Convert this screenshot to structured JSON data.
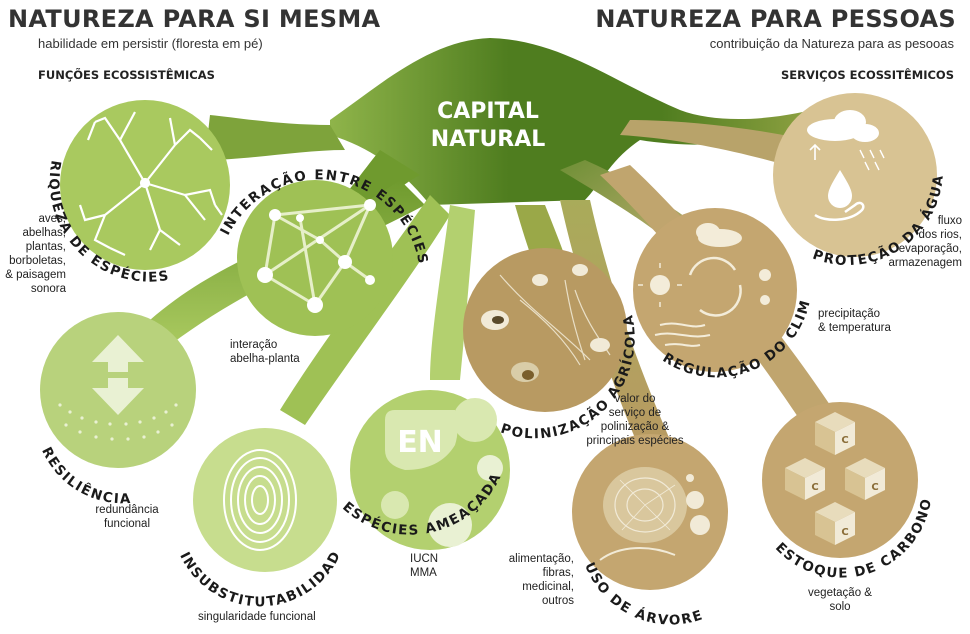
{
  "header": {
    "left_title": "NATUREZA PARA SI MESMA",
    "left_subtitle": "habilidade em persistir (floresta em pé)",
    "left_section": "FUNÇÕES ECOSSISTÊMICAS",
    "right_title": "NATUREZA PARA PESSOAS",
    "right_subtitle": "contribuição da Natureza para as pesooas",
    "right_section": "SERVIÇOS ECOSSITÊMICOS"
  },
  "center": {
    "line1": "CAPITAL",
    "line2": "NATURAL"
  },
  "functions": {
    "riqueza": {
      "label": "RIQUEZA DE ESPÉCIES",
      "note": [
        "aves,",
        "abelhas,",
        "plantas,",
        "borboletas,",
        "& paisagem",
        "sonora"
      ]
    },
    "interacao": {
      "label": "INTERAÇÃO ENTRE ESPÉCIES",
      "note": [
        "interação",
        "abelha-planta"
      ]
    },
    "resiliencia": {
      "label": "RESILIÊNCIA",
      "note": [
        "redundância",
        "funcional"
      ]
    },
    "insubstitutabilidade": {
      "label": "INSUBSTITUTABILIDADE",
      "note": [
        "singularidade funcional"
      ]
    },
    "ameacadas": {
      "label": "ESPÉCIES AMEAÇADAS",
      "note": [
        "IUCN",
        "MMA"
      ],
      "badge": "EN"
    }
  },
  "services": {
    "polinizacao": {
      "label": "POLINIZAÇÃO AGRÍCOLA",
      "note": [
        "valor do",
        "serviço de",
        "polinização &",
        "principais espécies"
      ]
    },
    "clima": {
      "label": "REGULAÇÃO DO CLIMA",
      "note": [
        "precipitação",
        "& temperatura"
      ]
    },
    "agua": {
      "label": "PROTEÇÃO DA ÁGUA",
      "note": [
        "fluxo",
        "dos rios,",
        "evaporação,",
        "armazenagem"
      ]
    },
    "arvores": {
      "label": "USO DE ÁRVORES",
      "note": [
        "alimentação,",
        "fibras,",
        "medicinal,",
        "outros"
      ]
    },
    "carbono": {
      "label": "ESTOQUE DE CARBONO",
      "note": [
        "vegetação &",
        "solo"
      ],
      "cube_letter": "C"
    }
  },
  "colors": {
    "trunk_dark": "#4f7d1f",
    "green_light": "#a9c95f",
    "green_pale": "#c7dd8e",
    "tan_light": "#d8c393",
    "tan": "#b89a62",
    "tan_dark": "#9c7f4a"
  }
}
